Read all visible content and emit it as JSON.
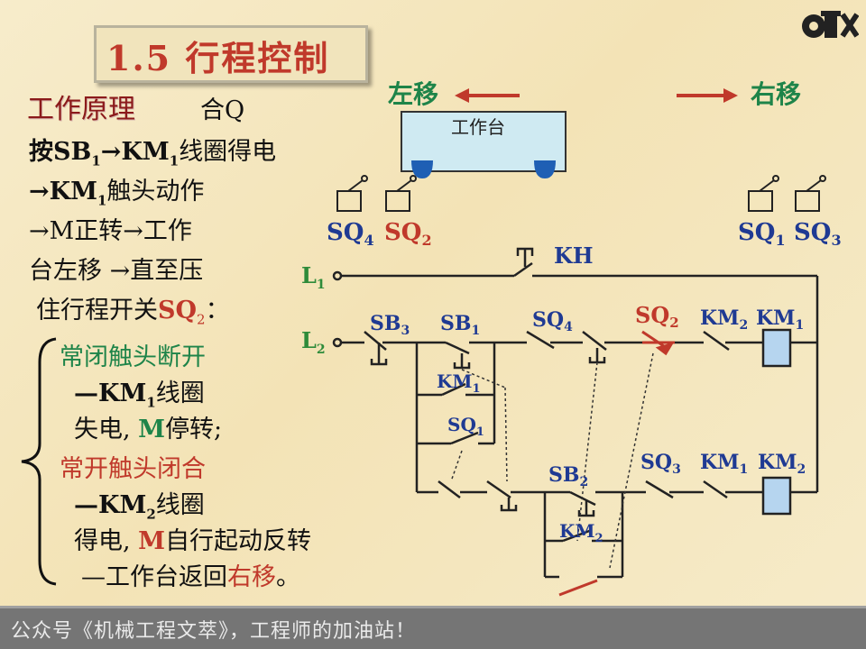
{
  "title": "1.5 行程控制",
  "principle": {
    "heading": "工作原理",
    "switch_label": "合Q",
    "lines": [
      {
        "parts": [
          "按SB",
          "1",
          "→KM",
          "1",
          "线圈得电"
        ]
      },
      {
        "parts": [
          "→KM",
          "1",
          "触头动作"
        ]
      },
      {
        "parts": [
          "→M正转→工作"
        ]
      },
      {
        "parts": [
          "台左移 →直至压"
        ]
      },
      {
        "parts": [
          "住行程开关",
          "SQ",
          "2",
          "："
        ]
      }
    ],
    "bracket": {
      "l1": "常闭触头断开",
      "l2a": "—KM",
      "l2b": "1",
      "l2c": "线圈",
      "l3a": "失电, ",
      "l3b": "M",
      "l3c": "停转;",
      "l4": "常开触头闭合",
      "l5a": "—KM",
      "l5b": "2",
      "l5c": "线圈",
      "l6a": "得电, ",
      "l6b": "M",
      "l6c": "自行起动反转",
      "l7a": "—工作台返回",
      "l7b": "右移",
      "l7c": "。"
    }
  },
  "diagram": {
    "left_move": "左移",
    "right_move": "右移",
    "worktable": "工作台",
    "sq4": "SQ",
    "sq4_sub": "4",
    "sq2": "SQ",
    "sq2_sub": "2",
    "sq1": "SQ",
    "sq1_sub": "1",
    "sq3": "SQ",
    "sq3_sub": "3",
    "kh": "KH",
    "l1": "L",
    "l1_sub": "1",
    "l2": "L",
    "l2_sub": "2",
    "sb3": "SB",
    "sb3_sub": "3",
    "sb1": "SB",
    "sb1_sub": "1",
    "sq4c": "SQ",
    "sq4c_sub": "4",
    "sq2c": "SQ",
    "sq2c_sub": "2",
    "km2c": "KM",
    "km2c_sub": "2",
    "km1coil": "KM",
    "km1coil_sub": "1",
    "km1aux": "KM",
    "km1aux_sub": "1",
    "sq1c": "SQ",
    "sq1c_sub": "1",
    "sb2": "SB",
    "sb2_sub": "2",
    "sq3c": "SQ",
    "sq3c_sub": "3",
    "km1c": "KM",
    "km1c_sub": "1",
    "km2coil": "KM",
    "km2coil_sub": "2",
    "km2aux": "KM",
    "km2aux_sub": "2"
  },
  "footer": "公众号《机械工程文萃》，工程师的加油站！",
  "colors": {
    "red": "#c0392b",
    "green": "#1e8449",
    "blue": "#1f3a93"
  }
}
